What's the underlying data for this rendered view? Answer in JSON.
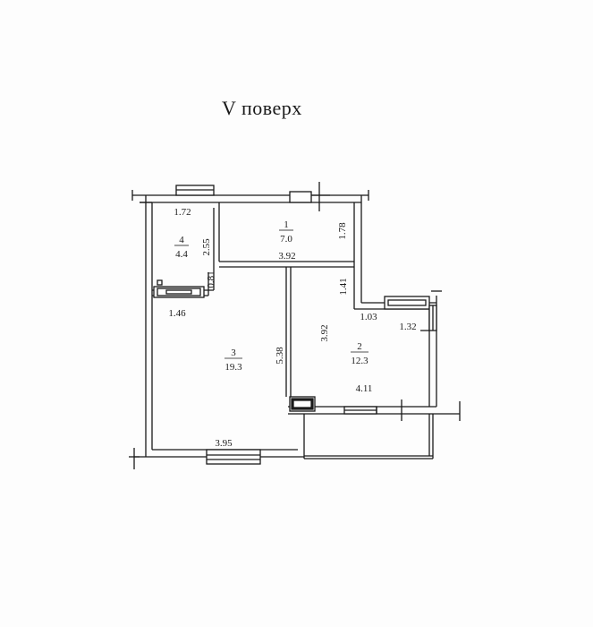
{
  "title": "V поверх",
  "rooms": [
    {
      "number": "1",
      "area": "7.0"
    },
    {
      "number": "2",
      "area": "12.3"
    },
    {
      "number": "3",
      "area": "19.3"
    },
    {
      "number": "4",
      "area": "4.4"
    }
  ],
  "dimensions": {
    "d_172": "1.72",
    "d_255": "2.55",
    "d_081": "0.81",
    "d_146": "1.46",
    "d_392_top": "3.92",
    "d_178": "1.78",
    "d_141": "1.41",
    "d_103": "1.03",
    "d_132": "1.32",
    "d_392_side": "3.92",
    "d_538": "5.38",
    "d_411": "4.11",
    "d_395": "3.95"
  }
}
